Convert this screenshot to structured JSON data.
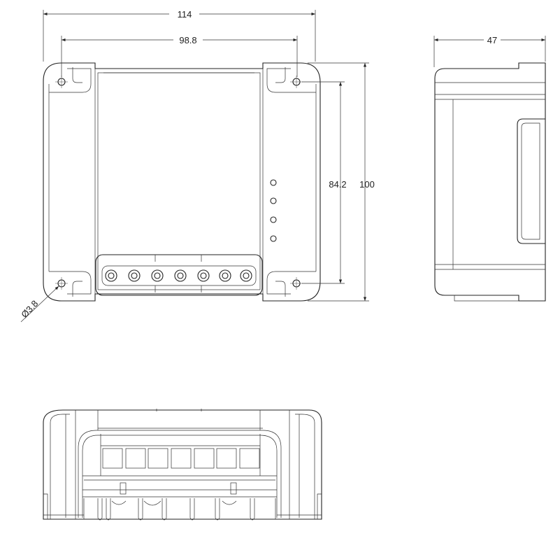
{
  "drawing": {
    "front_view": {
      "overall_width": "114",
      "hole_spacing_width": "98.8",
      "hole_spacing_height": "84.2",
      "overall_height": "100",
      "hole_diameter": "Ø3.8",
      "terminal_count": 7,
      "led_count": 4
    },
    "side_view": {
      "depth": "47"
    },
    "bottom_view": {
      "terminal_count": 7
    }
  }
}
